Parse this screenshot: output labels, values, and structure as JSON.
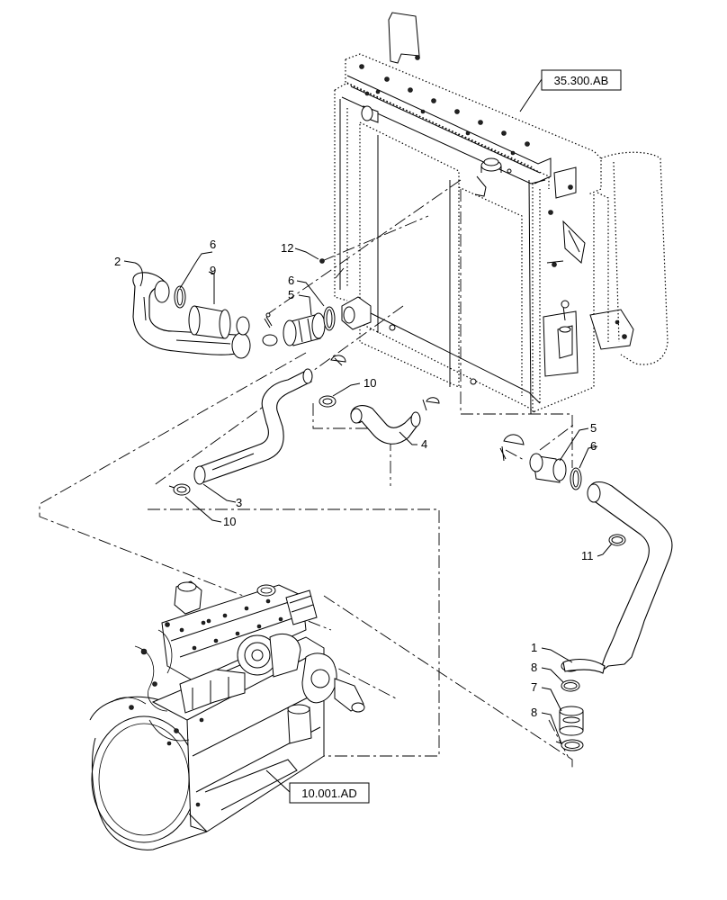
{
  "references": {
    "radiator_ref": "35.300.AB",
    "engine_ref": "10.001.AD"
  },
  "callouts": {
    "c1": "1",
    "c2": "2",
    "c3": "3",
    "c4": "4",
    "c5a": "5",
    "c5b": "5",
    "c6a": "6",
    "c6b": "6",
    "c6c": "6",
    "c7": "7",
    "c8a": "8",
    "c8b": "8",
    "c9": "9",
    "c10a": "10",
    "c10b": "10",
    "c11": "11",
    "c12": "12"
  }
}
